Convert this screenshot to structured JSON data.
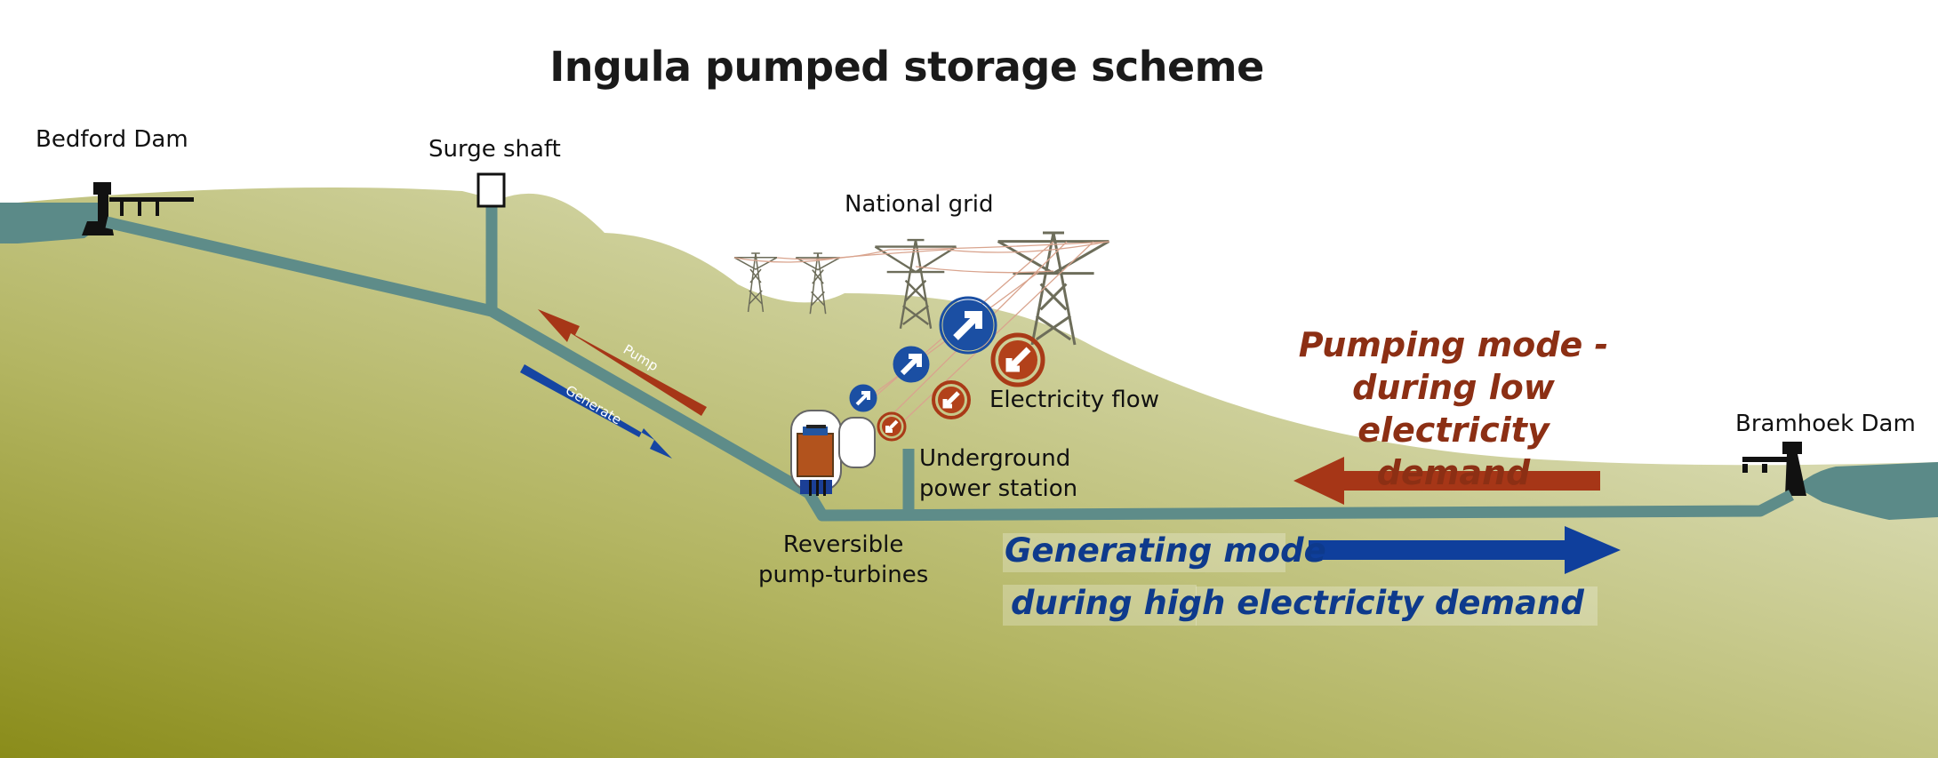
{
  "diagram": {
    "title": "Ingula pumped storage scheme",
    "labels": {
      "bedford_dam": "Bedford Dam",
      "surge_shaft": "Surge shaft",
      "national_grid": "National grid",
      "electricity_flow": "Electricity flow",
      "underground_power_station": [
        "Underground",
        "power station"
      ],
      "reversible_pump_turbines": [
        "Reversible",
        "pump-turbines"
      ],
      "bramhoek_dam": "Bramhoek Dam",
      "pump_arrow": "Pump",
      "generate_arrow": "Generate"
    },
    "modes": {
      "pumping": [
        "Pumping mode -",
        "during low",
        "electricity demand"
      ],
      "generating": [
        "Generating mode",
        "during high electricity demand"
      ]
    },
    "colors": {
      "pump": "#9c3314",
      "generate": "#0f3f9c",
      "water": "#5a8b88",
      "ground_dark": "#8a8c1e",
      "ground_light": "#e4e6c8"
    }
  }
}
